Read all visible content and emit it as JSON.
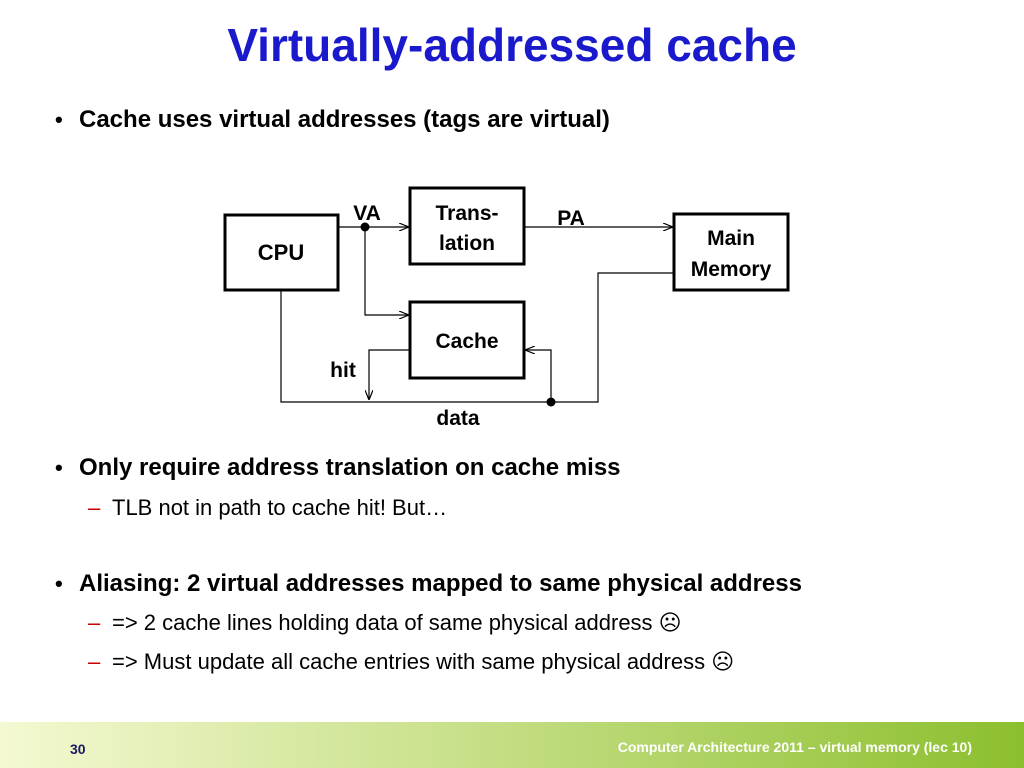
{
  "slide": {
    "title": "Virtually-addressed cache",
    "bullets": [
      {
        "marker": "•",
        "text": "Cache uses virtual addresses (tags are virtual)"
      },
      {
        "marker": "•",
        "text": "Only require address translation on cache miss"
      },
      {
        "marker": "•",
        "text": "Aliasing:  2 virtual addresses mapped to same physical address"
      }
    ],
    "subbullets": [
      {
        "marker": "–",
        "text": "TLB not in path to cache hit! But…"
      },
      {
        "marker": "–",
        "text": "=> 2 cache lines holding data of same physical address ☹"
      },
      {
        "marker": "–",
        "text": "=> Must update all cache entries with same physical address ☹"
      }
    ]
  },
  "diagram": {
    "nodes": {
      "cpu": "CPU",
      "translation_line1": "Trans-",
      "translation_line2": "lation",
      "main_memory_line1": "Main",
      "main_memory_line2": "Memory",
      "cache": "Cache"
    },
    "labels": {
      "va": "VA",
      "pa": "PA",
      "hit": "hit",
      "data": "data"
    }
  },
  "footer": {
    "page_number": "30",
    "course": "Computer Architecture 2011 – virtual memory (lec 10)"
  }
}
